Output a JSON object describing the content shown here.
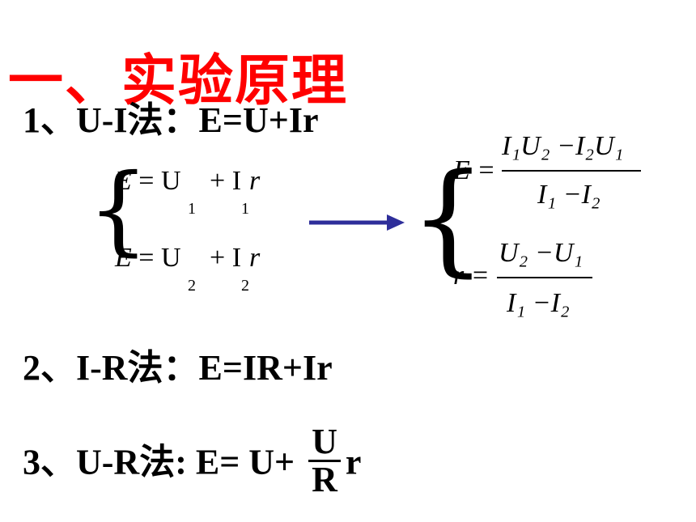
{
  "title": "一、实验原理",
  "method1": "1、U-I法：E=U+Ir",
  "method2": "2、I-R法：E=IR+Ir",
  "method3": {
    "prefix": "3、U-R法: E= U+ ",
    "frac_num": "U",
    "frac_den": "R",
    "suffix": "r"
  },
  "system": {
    "row1": {
      "a": "E",
      "b": "= U",
      "c": "+ I",
      "d": "r",
      "s1": "1",
      "s2": "1"
    },
    "row2": {
      "a": "E",
      "b": "= U",
      "c": "+ I",
      "d": "r",
      "s1": "2",
      "s2": "2"
    }
  },
  "result": {
    "E_lhs": "E =",
    "E_num": "I₁U₂ −I₂U₁",
    "E_den": "I₁ −I₂",
    "r_lhs": "r =",
    "r_num": "U₂ −U₁",
    "r_den": "I₁ −I₂"
  },
  "colors": {
    "title": "#ff0000",
    "arrow": "#2e2e9a",
    "text": "#000000"
  }
}
